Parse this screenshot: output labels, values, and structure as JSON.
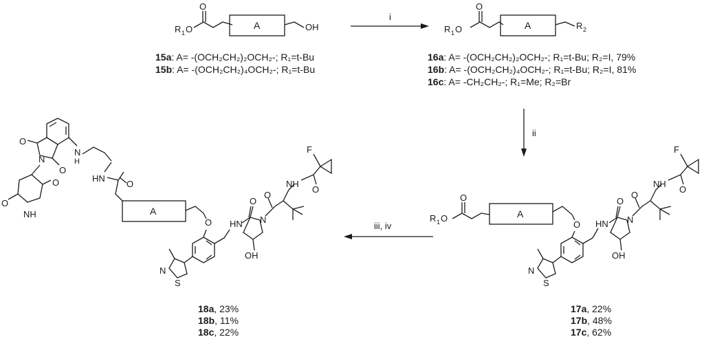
{
  "steps": {
    "i": "i",
    "ii": "ii",
    "iii_iv": "iii, iv"
  },
  "box_label": "A",
  "atoms": {
    "R1": "R",
    "R1_sub": "1",
    "O": "O",
    "OH": "OH",
    "R2": "R",
    "R2_sub": "2",
    "F": "F",
    "NH": "NH",
    "N": "N",
    "HN": "HN",
    "H": "H",
    "S": "S"
  },
  "labels_15": [
    {
      "id": "15a",
      "text": ": A= -(OCH₂CH₂)₂OCH₂-; R₁=t-Bu"
    },
    {
      "id": "15b",
      "text": ": A= -(OCH₂CH₂)₄OCH₂-; R₁=t-Bu"
    }
  ],
  "labels_16": [
    {
      "id": "16a",
      "text": ": A= -(OCH₂CH₂)₂OCH₂-; R₁=t-Bu; R₂=I, 79%"
    },
    {
      "id": "16b",
      "text": ": A= -(OCH₂CH₂)₄OCH₂-; R₁=t-Bu; R₂=I, 81%"
    },
    {
      "id": "16c",
      "text": ": A= -CH₂CH₂-; R₁=Me; R₂=Br"
    }
  ],
  "yields_17": [
    {
      "id": "17a",
      "text": ", 22%"
    },
    {
      "id": "17b",
      "text": ", 48%"
    },
    {
      "id": "17c",
      "text": ", 62%"
    }
  ],
  "yields_18": [
    {
      "id": "18a",
      "text": ", 23%"
    },
    {
      "id": "18b",
      "text": ", 11%"
    },
    {
      "id": "18c",
      "text": ", 22%"
    }
  ]
}
